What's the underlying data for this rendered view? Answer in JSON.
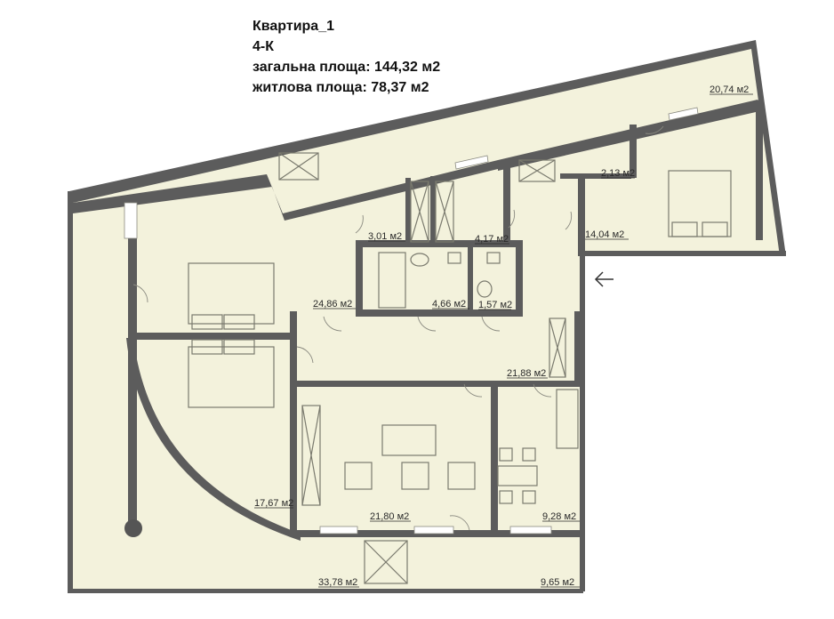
{
  "header": {
    "title": "Квартира_1",
    "rooms": "4-К",
    "total_area": "загальна площа: 144,32 м2",
    "living_area": "житлова площа: 78,37 м2"
  },
  "rooms": [
    {
      "id": "balcony-top",
      "area": "20,74 м2"
    },
    {
      "id": "wardrobe-top",
      "area": "2,13 м2"
    },
    {
      "id": "bedroom-right",
      "area": "14,04 м2"
    },
    {
      "id": "bath-small-top",
      "area": "3,01 м2"
    },
    {
      "id": "closet",
      "area": "4,17 м2"
    },
    {
      "id": "bedroom-left",
      "area": "24,86 м2"
    },
    {
      "id": "bathroom",
      "area": "4,66 м2"
    },
    {
      "id": "wc",
      "area": "1,57 м2"
    },
    {
      "id": "hall",
      "area": "21,88 м2"
    },
    {
      "id": "living-room",
      "area": "21,80 м2"
    },
    {
      "id": "kitchen",
      "area": "9,28 м2"
    },
    {
      "id": "semicircle-room",
      "area": "17,67 м2"
    },
    {
      "id": "terrace-left",
      "area": "33,78 м2"
    },
    {
      "id": "terrace-bottom",
      "area": "9,65 м2"
    }
  ],
  "entrance_icon": "arrow-left-icon",
  "colors": {
    "floor": "#f3f2dc",
    "wall": "#5c5c5c",
    "text": "#111111"
  }
}
